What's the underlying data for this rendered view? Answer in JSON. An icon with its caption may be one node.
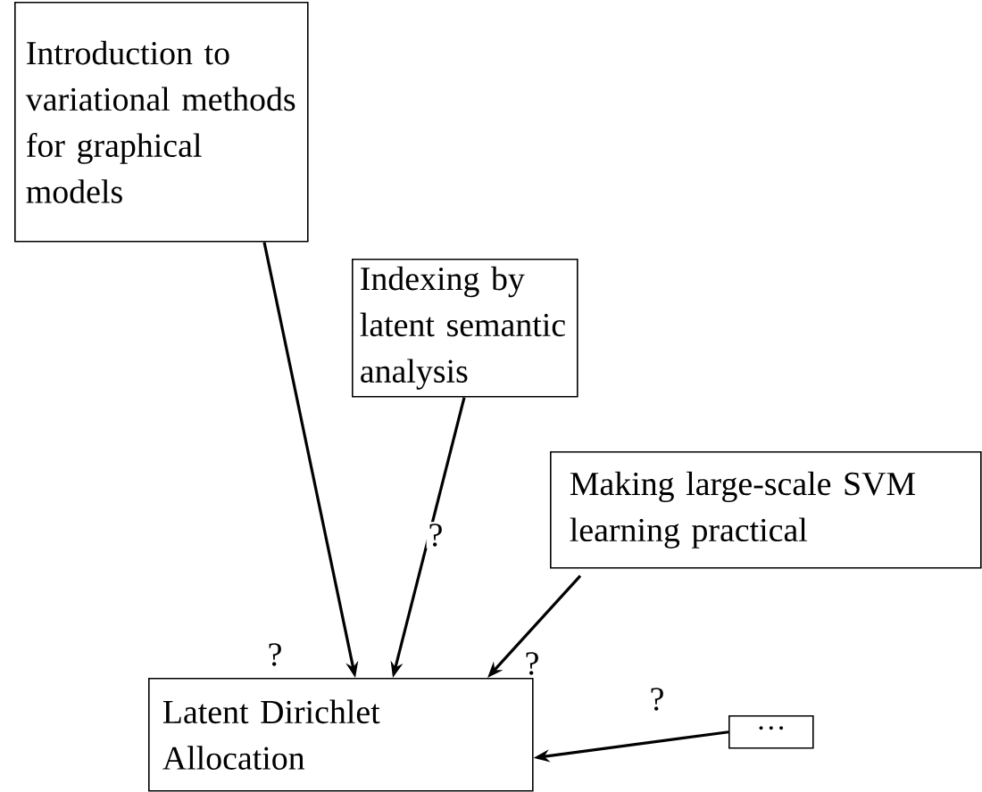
{
  "diagram": {
    "nodes": [
      {
        "text": [
          "Introduction to variational methods for graphical models"
        ]
      },
      {
        "text": [
          "Indexing by latent semantic analysis"
        ]
      },
      {
        "text": [
          "Making large-scale SVM learning practical"
        ]
      },
      {
        "text": [
          "Latent Dirichlet Allocation"
        ]
      },
      {
        "text": [
          "···"
        ]
      }
    ],
    "edges": [
      {
        "from": 0,
        "to": 3,
        "arrow": "to",
        "label": "?"
      },
      {
        "from": 1,
        "to": 3,
        "arrow": "to",
        "label": "?"
      },
      {
        "from": 2,
        "to": 3,
        "arrow": "to",
        "label": "?"
      },
      {
        "from": 4,
        "to": 3,
        "arrow": "to",
        "label": "?"
      }
    ]
  }
}
